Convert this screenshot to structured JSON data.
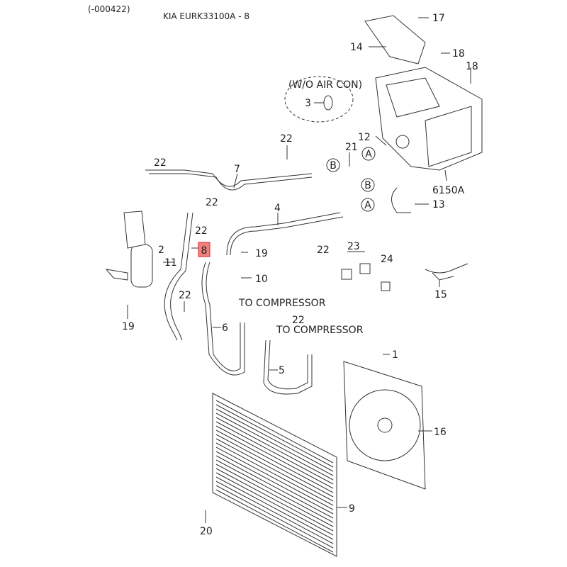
{
  "header": {
    "code": "(-000422)",
    "title": "KIA EURK33100A - 8"
  },
  "highlight": {
    "part": "8",
    "fill": "#f08080",
    "border": "#e02020"
  },
  "labels": {
    "p17": "17",
    "p14": "14",
    "p18a": "18",
    "p18b": "18",
    "woaircon": "(W/O AIR CON)",
    "p3": "3",
    "p22a": "22",
    "p22b": "22",
    "p22c": "22",
    "p22d": "22",
    "p22e": "22",
    "p22f": "22",
    "p22g": "22",
    "p7": "7",
    "p12": "12",
    "p21": "21",
    "p6150a": "6150A",
    "p13": "13",
    "p4": "4",
    "p2": "2",
    "p11": "11",
    "p19a": "19",
    "p19b": "19",
    "p10": "10",
    "p23": "23",
    "p24": "24",
    "p15": "15",
    "p6": "6",
    "to_comp_1": "TO COMPRESSOR",
    "to_comp_2": "TO COMPRESSOR",
    "p1": "1",
    "p5": "5",
    "p16": "16",
    "p9": "9",
    "p20": "20",
    "cA1": "A",
    "cA2": "A",
    "cA3": "A",
    "cB1": "B",
    "cB2": "B"
  }
}
